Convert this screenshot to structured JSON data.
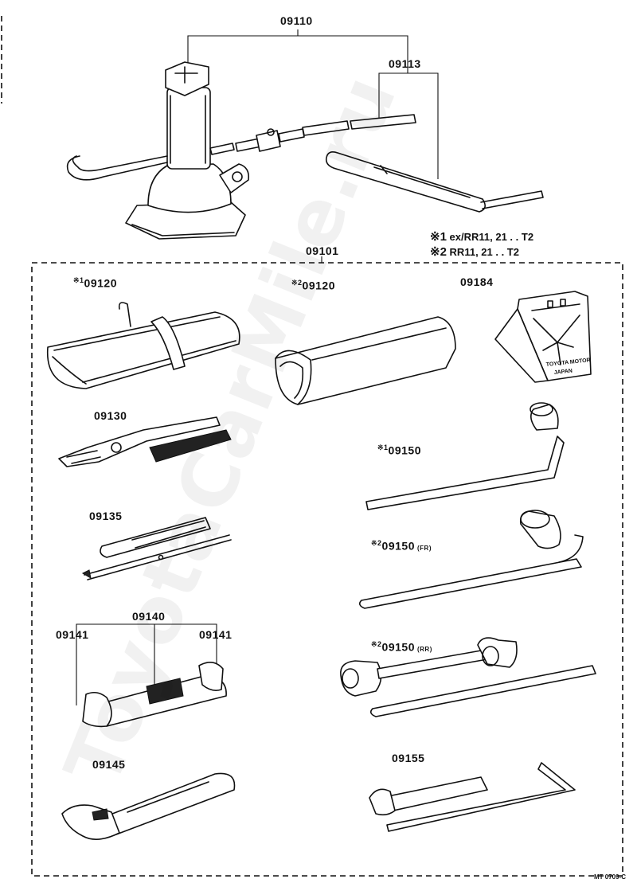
{
  "parts": {
    "p09110": "09110",
    "p09113": "09113",
    "p09101": "09101",
    "p09120a": "09120",
    "p09120b": "09120",
    "p09184": "09184",
    "p09130": "09130",
    "p09150a": "09150",
    "p09135": "09135",
    "p09150b": "09150",
    "p09140": "09140",
    "p09141a": "09141",
    "p09141b": "09141",
    "p09150c": "09150",
    "p09145": "09145",
    "p09155": "09155"
  },
  "marks": {
    "m1": "※1",
    "m2": "※2"
  },
  "suffixes": {
    "fr": "(FR)",
    "rr": "(RR)"
  },
  "notes": [
    {
      "mark": "※1",
      "text": "ex/RR11, 21 . . T2"
    },
    {
      "mark": "※2",
      "text": "RR11, 21 . . T2"
    }
  ],
  "chock_text": {
    "line1": "TOYOTA MOTOR",
    "line2": "JAPAN"
  },
  "watermark": "ToyotaCarMile.ru",
  "drawing_code": "MT 0709-C"
}
